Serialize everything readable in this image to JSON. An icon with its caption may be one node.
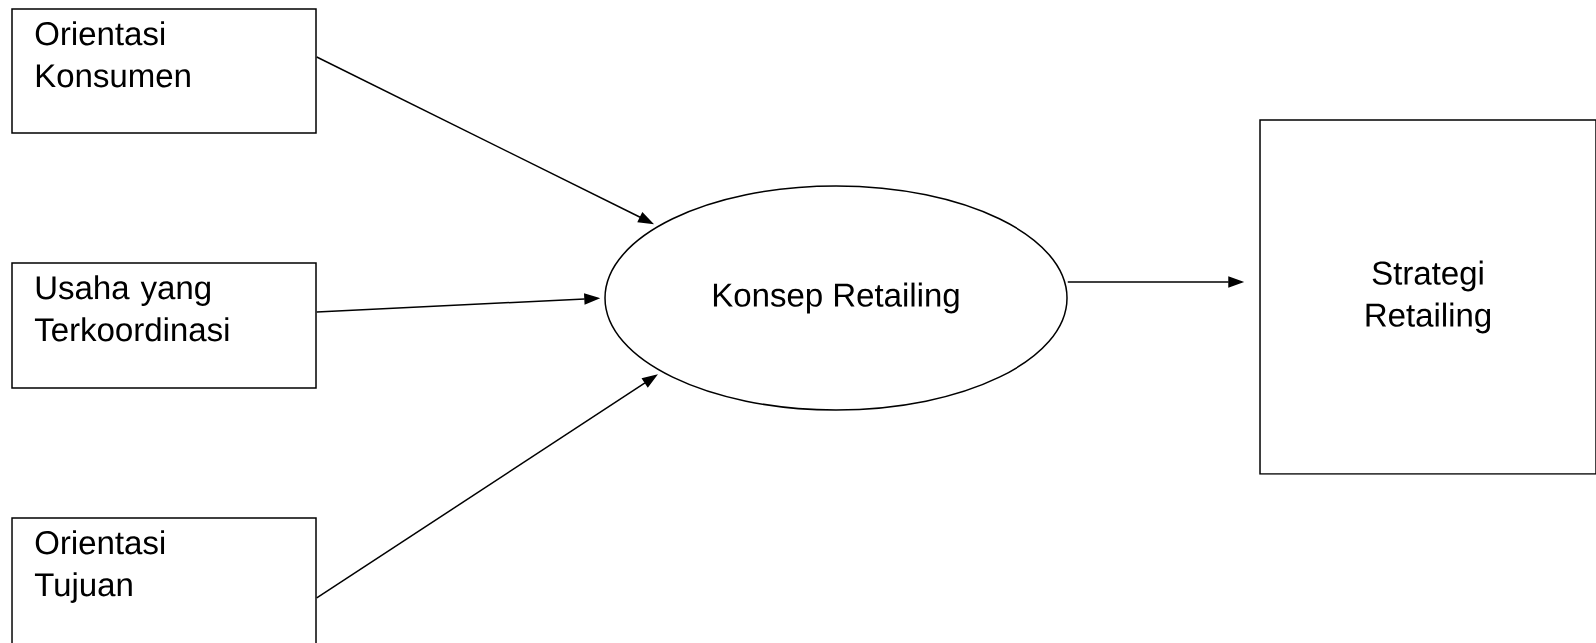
{
  "diagram": {
    "nodes": [
      {
        "text": [
          "Orientasi Konsumen"
        ]
      },
      {
        "text": [
          "Usaha yang Terkoordinasi"
        ]
      },
      {
        "text": [
          "Orientasi Tujuan"
        ]
      },
      {
        "text": [
          "Konsep Retailing"
        ]
      },
      {
        "text": [
          "Strategi Retailing"
        ]
      }
    ],
    "edges": [
      {
        "from": 0,
        "to": 3,
        "arrow": "to"
      },
      {
        "from": 1,
        "to": 3,
        "arrow": "to"
      },
      {
        "from": 2,
        "to": 3,
        "arrow": "to"
      },
      {
        "from": 3,
        "to": 4,
        "arrow": "to"
      }
    ]
  }
}
